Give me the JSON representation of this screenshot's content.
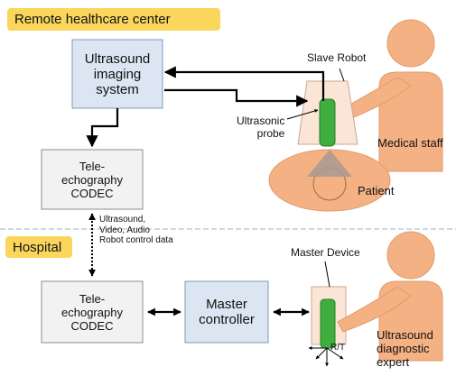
{
  "sections": {
    "top": "Remote healthcare center",
    "bottom": "Hospital"
  },
  "boxes": {
    "ultrasound_imaging": "Ultrasound\nimaging\nsystem",
    "codec_top": "Tele-\nechography\nCODEC",
    "codec_bottom": "Tele-\nechography\nCODEC",
    "master_controller": "Master\ncontroller"
  },
  "labels": {
    "slave_robot": "Slave Robot",
    "ultrasonic_probe": "Ultrasonic\nprobe",
    "medical_staff": "Medical staff",
    "patient": "Patient",
    "data_link": "Ultrasound,\nVideo, Audio\nRobot control data",
    "master_device": "Master Device",
    "ultrasound_expert": "Ultrasound\ndiagnostic\nexpert",
    "rt": "R/T"
  },
  "colors": {
    "banner": "#fbd65d",
    "box_fill": "#dce6f2",
    "box_stroke": "#7f98b8",
    "codec_fill": "#f2f2f2",
    "person": "#f4b183",
    "probe": "#3fae3f",
    "robot_frame": "#fbe5d6"
  }
}
